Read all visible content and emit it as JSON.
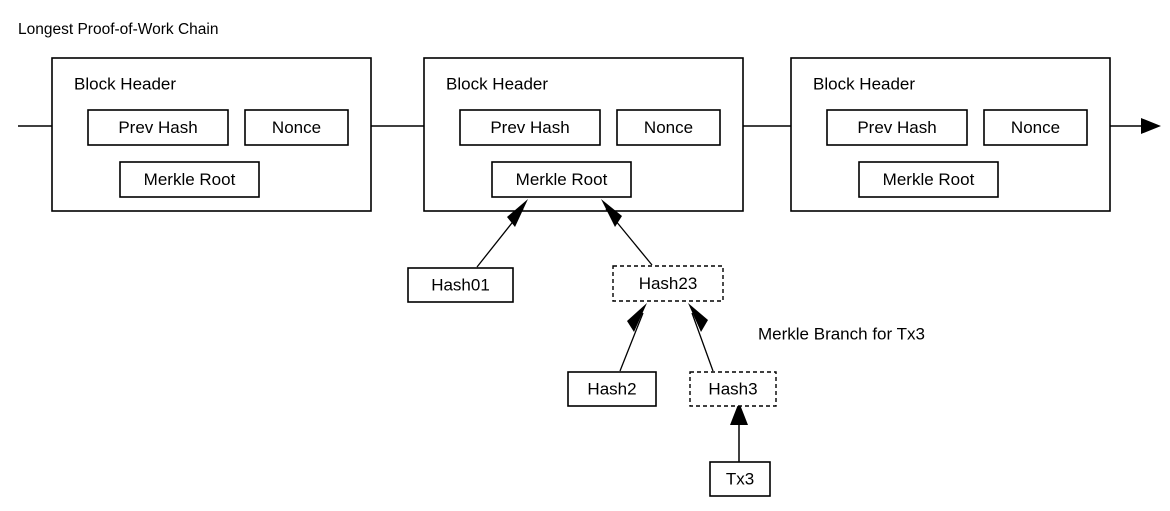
{
  "title": "Longest Proof-of-Work Chain",
  "annotation": "Merkle Branch for Tx3",
  "labels": {
    "block_header": "Block Header",
    "prev_hash": "Prev Hash",
    "nonce": "Nonce",
    "merkle_root": "Merkle Root"
  },
  "blocks": [
    {
      "id": "block-1",
      "header": "Block Header",
      "prev_hash": "Prev Hash",
      "nonce": "Nonce",
      "merkle_root": "Merkle Root"
    },
    {
      "id": "block-2",
      "header": "Block Header",
      "prev_hash": "Prev Hash",
      "nonce": "Nonce",
      "merkle_root": "Merkle Root"
    },
    {
      "id": "block-3",
      "header": "Block Header",
      "prev_hash": "Prev Hash",
      "nonce": "Nonce",
      "merkle_root": "Merkle Root"
    }
  ],
  "merkle_nodes": [
    {
      "id": "hash01",
      "label": "Hash01",
      "style": "solid"
    },
    {
      "id": "hash23",
      "label": "Hash23",
      "style": "dashed"
    },
    {
      "id": "hash2",
      "label": "Hash2",
      "style": "solid"
    },
    {
      "id": "hash3",
      "label": "Hash3",
      "style": "dashed"
    },
    {
      "id": "tx3",
      "label": "Tx3",
      "style": "solid"
    }
  ],
  "colors": {
    "stroke": "#000000",
    "background": "#ffffff",
    "text": "#000000"
  }
}
